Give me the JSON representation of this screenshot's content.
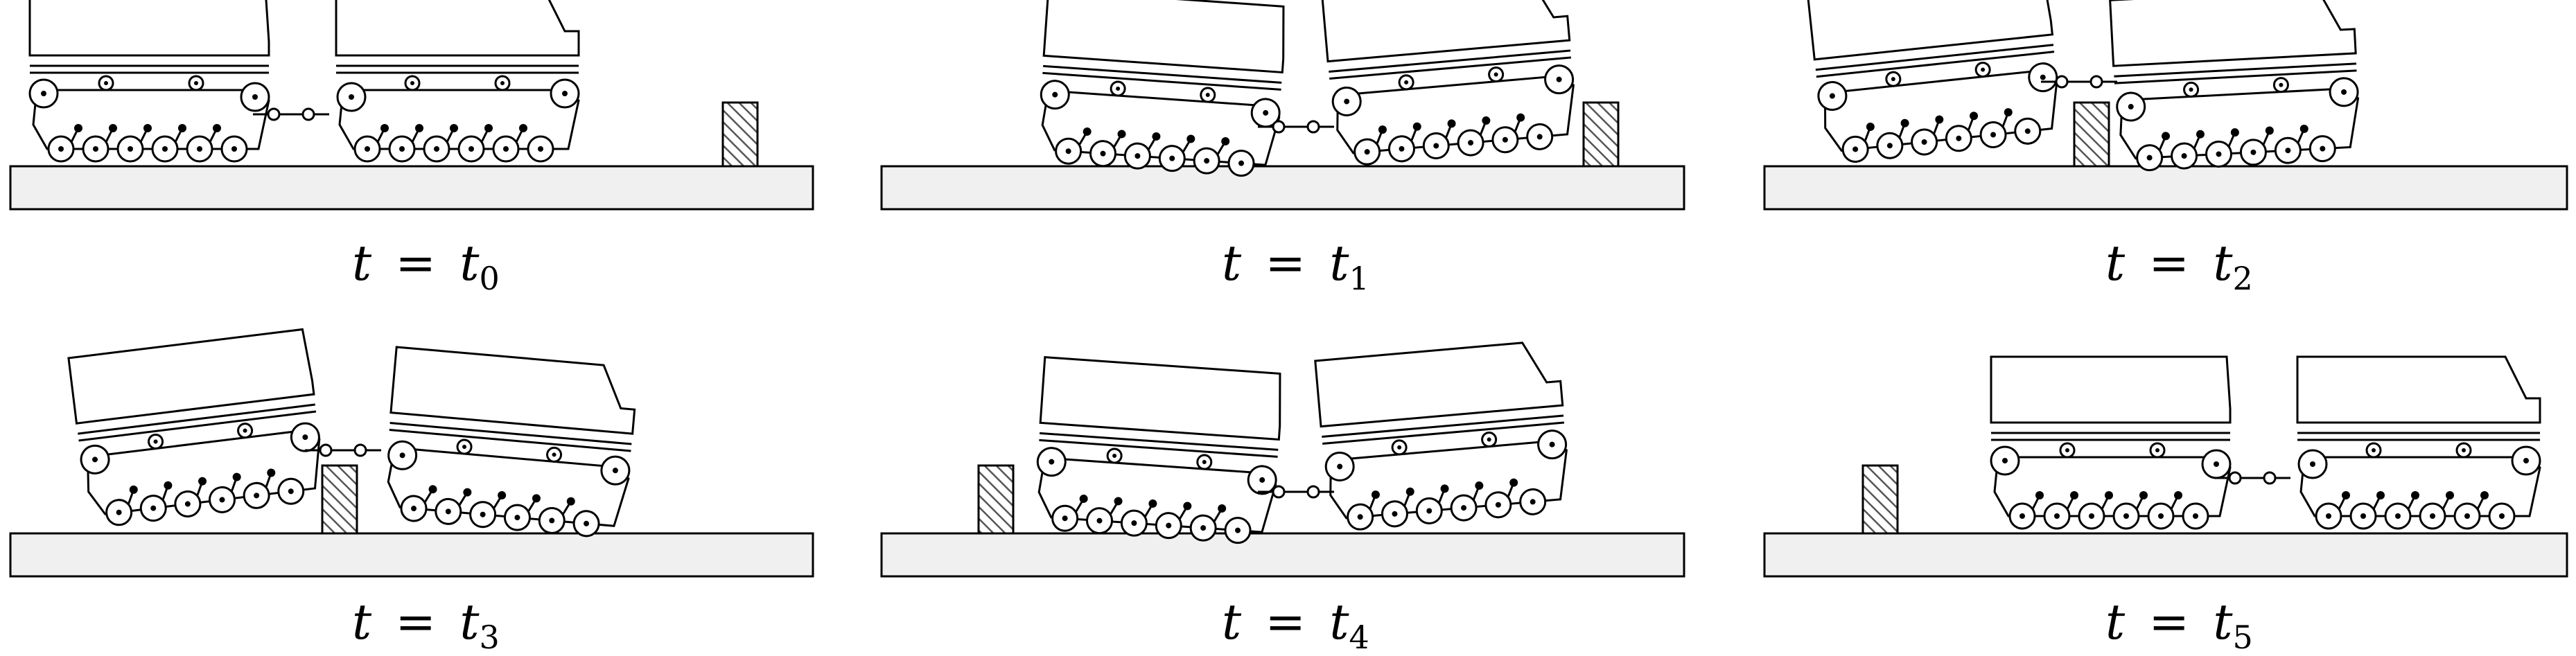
{
  "frames": [
    {
      "caption": {
        "var": "t",
        "eq": "=",
        "sub_var": "t",
        "sub": "0"
      },
      "state": "approach"
    },
    {
      "caption": {
        "var": "t",
        "eq": "=",
        "sub_var": "t",
        "sub": "1"
      },
      "state": "front-climbing"
    },
    {
      "caption": {
        "var": "t",
        "eq": "=",
        "sub_var": "t",
        "sub": "2"
      },
      "state": "front-over"
    },
    {
      "caption": {
        "var": "t",
        "eq": "=",
        "sub_var": "t",
        "sub": "3"
      },
      "state": "rear-climbing"
    },
    {
      "caption": {
        "var": "t",
        "eq": "=",
        "sub_var": "t",
        "sub": "4"
      },
      "state": "rear-over"
    },
    {
      "caption": {
        "var": "t",
        "eq": "=",
        "sub_var": "t",
        "sub": "5"
      },
      "state": "passed"
    }
  ],
  "colors": {
    "ground": "#f0f0f0",
    "stroke": "#000000",
    "hatch": "#555555"
  }
}
